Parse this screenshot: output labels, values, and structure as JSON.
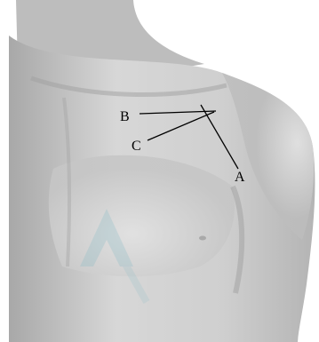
{
  "figure": {
    "labels": {
      "a": "A",
      "b": "B",
      "c": "C"
    },
    "colors": {
      "skin_light": "#d9d9d9",
      "skin_mid": "#b7b7b7",
      "skin_dark": "#8f8f8f",
      "background": "#ffffff",
      "line": "#000000",
      "watermark": "#7fb8c4"
    }
  }
}
